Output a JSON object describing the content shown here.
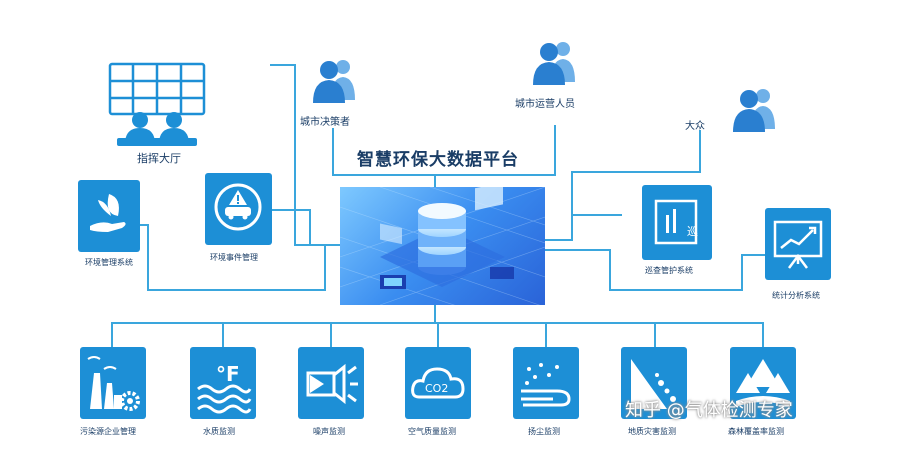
{
  "title": "智慧环保大数据平台",
  "users": {
    "decision_makers": "城市决策者",
    "operators": "城市运营人员",
    "public": "大众"
  },
  "top_systems": {
    "command_hall": "指挥大厅",
    "env_management": "环境管理系统",
    "env_events": "环境事件管理",
    "patrol": "巡查管护系统",
    "statistics": "统计分析系统"
  },
  "monitors": [
    {
      "label": "污染源企业管理",
      "icon": "factory-icon"
    },
    {
      "label": "水质监测",
      "icon": "water-temperature-icon"
    },
    {
      "label": "噪声监测",
      "icon": "speaker-icon"
    },
    {
      "label": "空气质量监测",
      "icon": "co2-cloud-icon"
    },
    {
      "label": "扬尘监测",
      "icon": "dust-icon"
    },
    {
      "label": "地质灾害监测",
      "icon": "landslide-icon"
    },
    {
      "label": "森林覆盖率监测",
      "icon": "forest-icon"
    }
  ],
  "icons": {
    "co2_text": "CO2",
    "f_text": "°F",
    "patrol_char": "巡"
  },
  "watermark": "知乎 @气体检测专家",
  "colors": {
    "accent": "#1d8fd6",
    "line": "#3aa6dd",
    "text": "#1a3d66"
  }
}
